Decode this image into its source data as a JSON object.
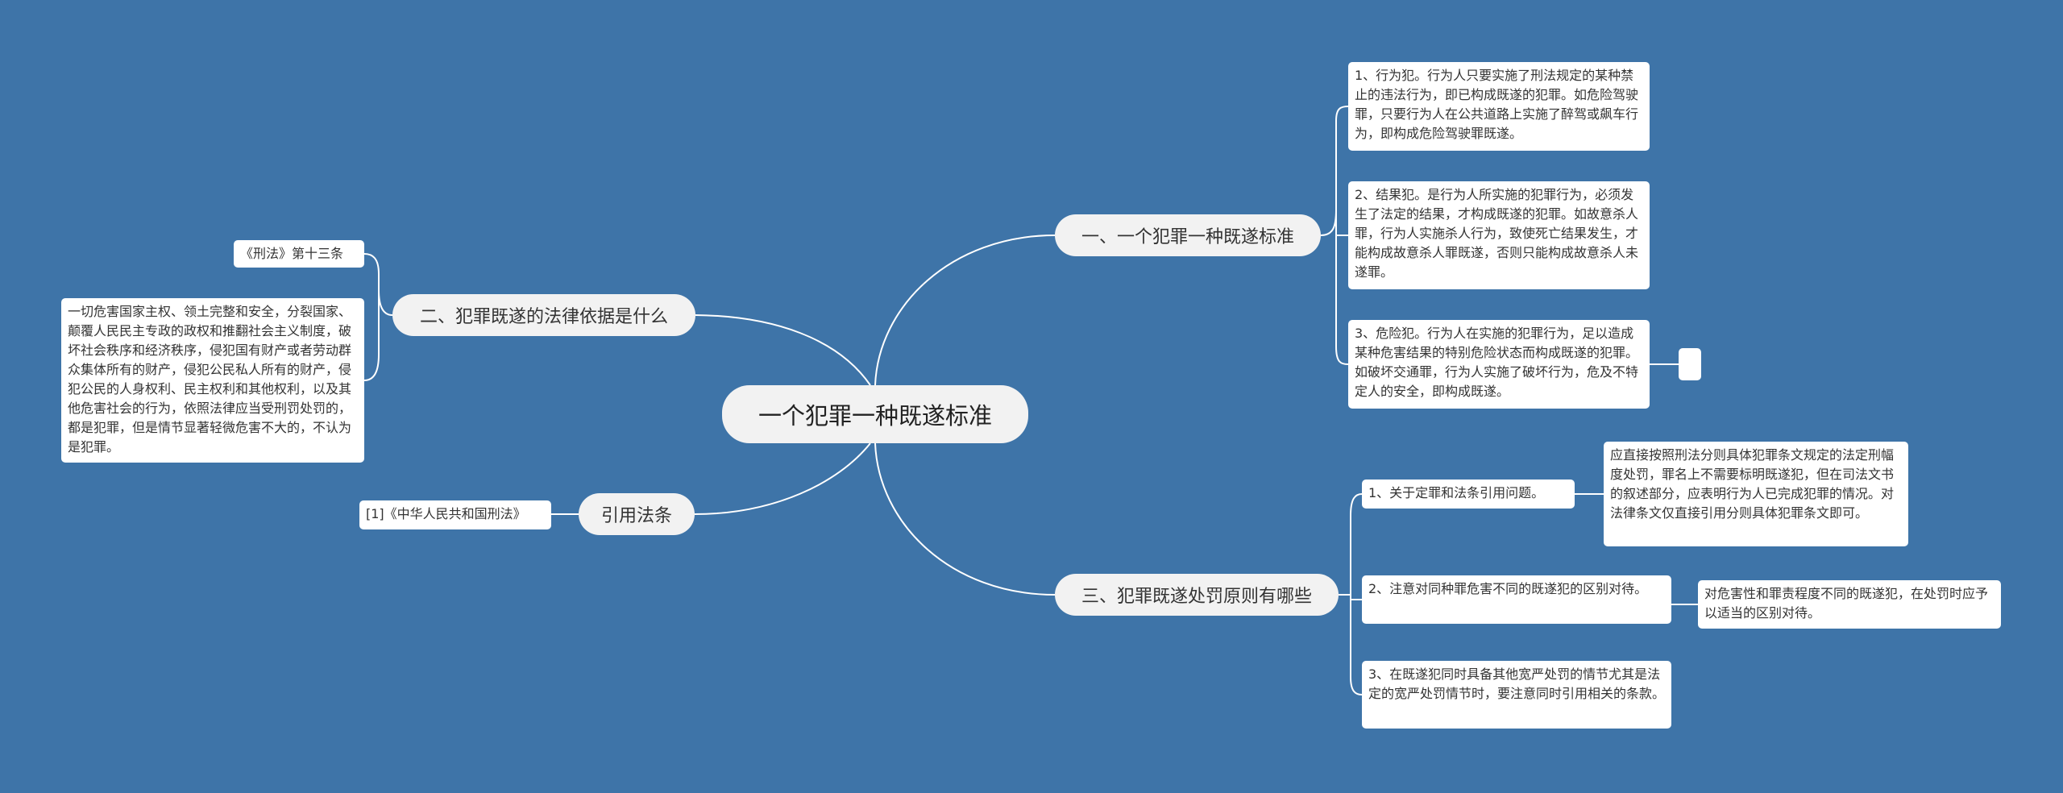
{
  "colors": {
    "background": "#3e74a8",
    "link": "#ffffff",
    "node_fill": "#f2f2f2",
    "leaf_fill": "#ffffff"
  },
  "root": {
    "label": "一个犯罪一种既遂标准"
  },
  "branches": {
    "b1": {
      "label": "一、一个犯罪一种既遂标准",
      "items": [
        "1、行为犯。行为人只要实施了刑法规定的某种禁止的违法行为，即已构成既遂的犯罪。如危险驾驶罪，只要行为人在公共道路上实施了醉驾或飙车行为，即构成危险驾驶罪既遂。",
        "2、结果犯。是行为人所实施的犯罪行为，必须发生了法定的结果，才构成既遂的犯罪。如故意杀人罪，行为人实施杀人行为，致使死亡结果发生，才能构成故意杀人罪既遂，否则只能构成故意杀人未遂罪。",
        "3、危险犯。行为人在实施的犯罪行为，足以造成某种危害结果的特别危险状态而构成既遂的犯罪。如破坏交通罪，行为人实施了破坏行为，危及不特定人的安全，即构成既遂。"
      ]
    },
    "b2": {
      "label": "二、犯罪既遂的法律依据是什么",
      "items": [
        "《刑法》第十三条",
        "一切危害国家主权、领土完整和安全，分裂国家、颠覆人民民主专政的政权和推翻社会主义制度，破坏社会秩序和经济秩序，侵犯国有财产或者劳动群众集体所有的财产，侵犯公民私人所有的财产，侵犯公民的人身权利、民主权利和其他权利，以及其他危害社会的行为，依照法律应当受刑罚处罚的，都是犯罪，但是情节显著轻微危害不大的，不认为是犯罪。"
      ]
    },
    "b3": {
      "label": "引用法条",
      "items": [
        "[1]《中华人民共和国刑法》"
      ]
    },
    "b4": {
      "label": "三、犯罪既遂处罚原则有哪些",
      "items": [
        {
          "label": "1、关于定罪和法条引用问题。",
          "detail": "应直接按照刑法分则具体犯罪条文规定的法定刑幅度处罚，罪名上不需要标明既遂犯，但在司法文书的叙述部分，应表明行为人已完成犯罪的情况。对法律条文仅直接引用分则具体犯罪条文即可。"
        },
        {
          "label": "2、注意对同种罪危害不同的既遂犯的区别对待。",
          "detail": "对危害性和罪责程度不同的既遂犯，在处罚时应予以适当的区别对待。"
        },
        {
          "label": "3、在既遂犯同时具备其他宽严处罚的情节尤其是法定的宽严处罚情节时，要注意同时引用相关的条款。"
        }
      ]
    }
  }
}
